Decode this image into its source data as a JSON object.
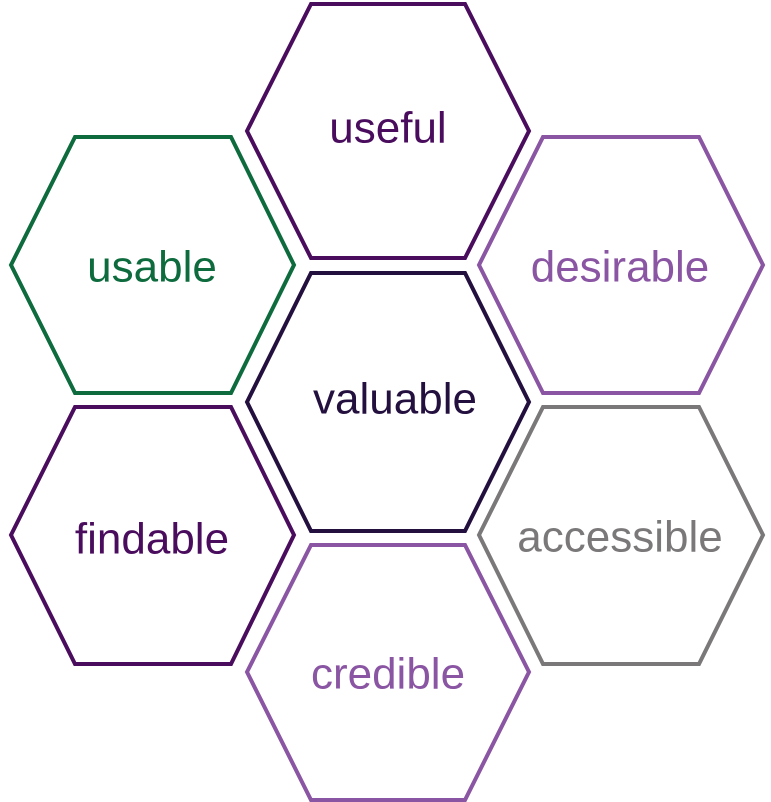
{
  "diagram": {
    "type": "honeycomb",
    "cells": [
      {
        "id": "useful",
        "label": "useful",
        "color": "#4a0d5e"
      },
      {
        "id": "usable",
        "label": "usable",
        "color": "#0d6b3d"
      },
      {
        "id": "desirable",
        "label": "desirable",
        "color": "#8a55a3"
      },
      {
        "id": "valuable",
        "label": "valuable",
        "color": "#23103f"
      },
      {
        "id": "findable",
        "label": "findable",
        "color": "#4a0d5e"
      },
      {
        "id": "accessible",
        "label": "accessible",
        "color": "#7a7878"
      },
      {
        "id": "credible",
        "label": "credible",
        "color": "#8a55a3"
      }
    ]
  }
}
